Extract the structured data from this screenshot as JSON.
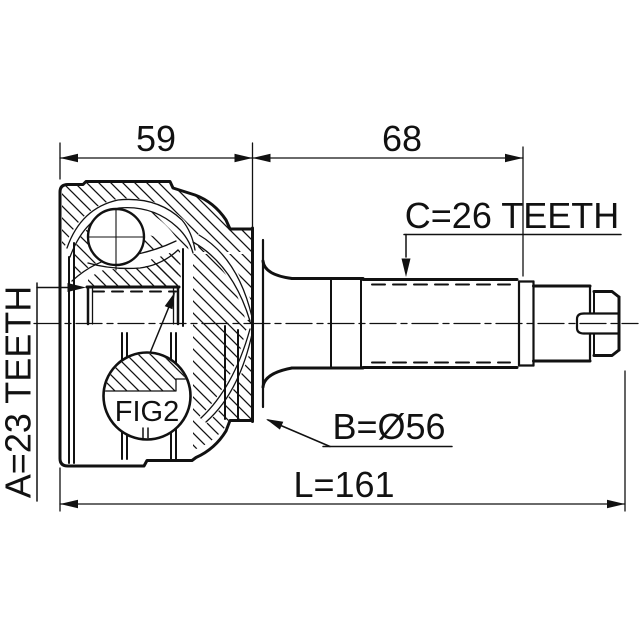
{
  "drawing": {
    "type": "technical-drawing",
    "subject": "cv-joint-outer-with-shaft-cross-section",
    "colors": {
      "line": "#111111",
      "background": "#ffffff"
    },
    "labels": {
      "dim_59": "59",
      "dim_68": "68",
      "outer_teeth": "C=26 TEETH",
      "inner_teeth": "A=23 TEETH",
      "diameter": "B=Ø56",
      "length": "L=161",
      "figure": "FIG2"
    },
    "values": {
      "segment_width_left_mm": 59,
      "segment_width_right_mm": 68,
      "outer_spline_teeth": 26,
      "inner_spline_teeth": 23,
      "outer_diameter_mm": 56,
      "total_length_mm": 161
    }
  }
}
